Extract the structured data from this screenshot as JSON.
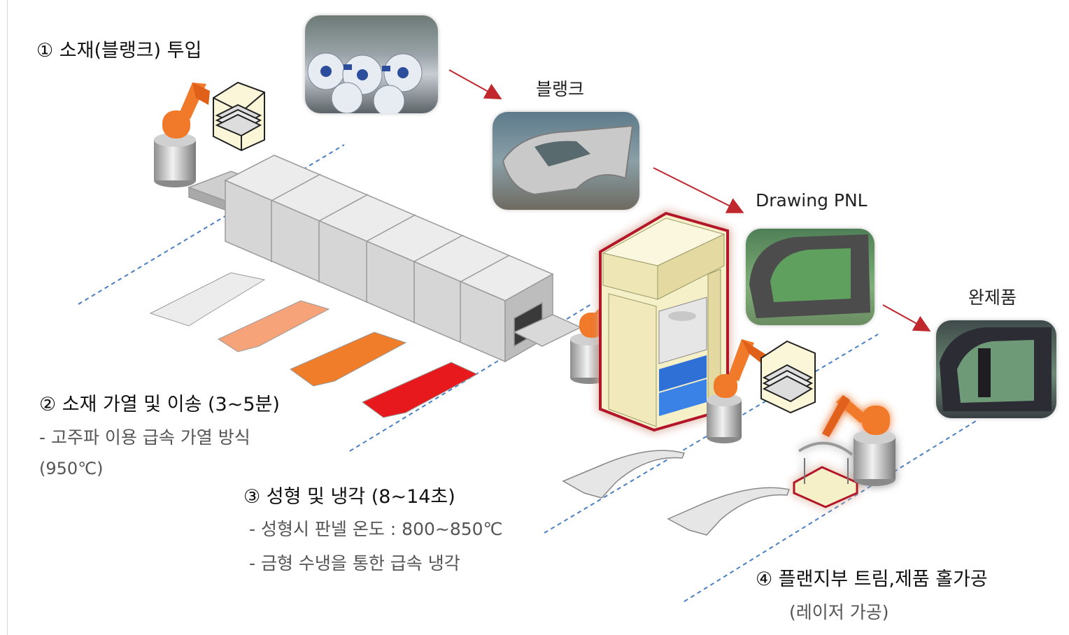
{
  "steps": {
    "s1": {
      "title": "① 소재(블랭크) 투입"
    },
    "s2": {
      "title": "② 소재 가열 및 이송 (3~5분)",
      "detail": "- 고주파 이용 급속 가열 방식",
      "temp": "(950℃)"
    },
    "s3": {
      "title": "③ 성형 및 냉각 (8~14초)",
      "detail1": "- 성형시 판넬 온도 : 800~850℃",
      "detail2": "- 금형 수냉을 통한 급속 냉각"
    },
    "s4": {
      "title": "④ 플랜지부 트림,제품 홀가공",
      "detail": "(레이저 가공)"
    }
  },
  "captions": {
    "blank": "블랭크",
    "drawing": "Drawing PNL",
    "finished": "완제품"
  },
  "colors": {
    "robot_orange": "#f07a2a",
    "arrow_red": "#c0282d",
    "guide_blue": "#4a7fc4",
    "press_body": "#f6f0c8",
    "press_border": "#b3162a",
    "die_blue": "#2f6fd6",
    "furnace_gray": "#d9d9d9"
  },
  "blanks_heating": [
    {
      "stage": "cold",
      "color": "#ececec"
    },
    {
      "stage": "warm",
      "color": "#f6a37a"
    },
    {
      "stage": "hot",
      "color": "#f07d2a"
    },
    {
      "stage": "red-hot",
      "color": "#e8191c"
    }
  ]
}
